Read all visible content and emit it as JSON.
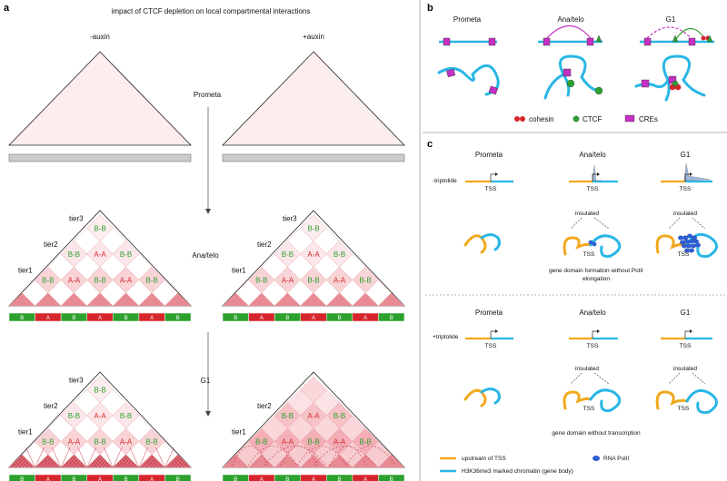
{
  "panel_a": {
    "letter": "a",
    "title": "impact of CTCF depletion on local compartmental interactions",
    "col_minus": "-auxin",
    "col_plus": "+auxin",
    "stage_prometa": "Prometa",
    "stage_anatelo": "Ana/telo",
    "stage_g1": "G1",
    "tier1": "tier1",
    "tier2": "tier2",
    "tier3": "tier3",
    "bb": "B-B",
    "aa": "A-A",
    "track": [
      "B",
      "A",
      "B",
      "A",
      "B",
      "A",
      "B"
    ]
  },
  "panel_b": {
    "letter": "b",
    "stages": [
      "Prometa",
      "Ana/telo",
      "G1"
    ],
    "legend": {
      "cohesin": "cohesin",
      "ctcf": "CTCF",
      "cres": "CREs"
    }
  },
  "panel_c": {
    "letter": "c",
    "stages": [
      "Prometa",
      "Ana/telo",
      "G1"
    ],
    "minus": "-triptolide",
    "plus": "+triptolide",
    "tss": "TSS",
    "insulated": "insulated",
    "caption_minus_1": "gene domain formation without PolII",
    "caption_minus_2": "elongation",
    "caption_plus": "gene domain without transcription",
    "legend": {
      "upstream": "upstream of TSS",
      "polii": "RNA PolII",
      "h3k36": "H3K36me3 marked chromatin (gene body)"
    }
  },
  "colors": {
    "red": "#d6262c",
    "green": "#2da12d",
    "pink": "#e88a94",
    "light_pink": "#fdeeee",
    "blue": "#29b6e6",
    "orange": "#f2a81d",
    "magenta": "#c42fc4",
    "polii": "#2f5fd6"
  }
}
